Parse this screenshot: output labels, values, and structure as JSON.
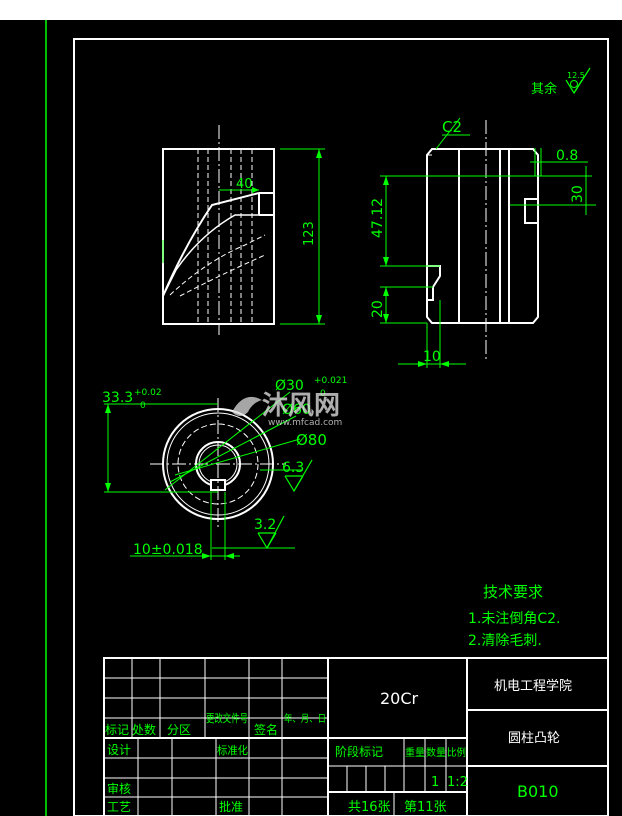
{
  "surface_finish": {
    "label": "其余",
    "value": "12.5"
  },
  "chamfer": "C2",
  "dims": {
    "d40": "40",
    "d123": "123",
    "d4712": "47.12",
    "d20": "20",
    "d10": "10",
    "d08": "0.8",
    "d30": "30",
    "d333": "33.3",
    "d333_tol_up": "+0.02",
    "d333_tol_low": "0",
    "phi30": "Ø30",
    "phi30_tol_up": "+0.021",
    "phi30_tol_low": "0",
    "phi60": "Ø60",
    "phi80": "Ø80",
    "r63": "6.3",
    "r32": "3.2",
    "d10tol": "10±0.018"
  },
  "tech_req": {
    "title": "技术要求",
    "items": [
      "1.未注倒角C2.",
      "2.清除毛刺."
    ]
  },
  "title_block": {
    "material": "20Cr",
    "institute": "机电工程学院",
    "part_name": "圆柱凸轮",
    "drawing_no": "B010",
    "sheets": "共16张",
    "sheet_no": "第11张",
    "labels": {
      "mark": "标记",
      "count": "处数",
      "zone": "分区",
      "doc_no": "更改文件号",
      "sign": "签名",
      "date": "年、月、日",
      "design": "设计",
      "standard": "标准化",
      "stage": "阶段标记",
      "weight": "重量",
      "qty": "数量",
      "scale": "比例",
      "review": "审核",
      "process": "工艺",
      "approve": "批准"
    },
    "qty_value": "1",
    "scale_value": "1:2"
  },
  "watermark": {
    "brand": "沐风网",
    "url": "www.mfcad.com"
  }
}
